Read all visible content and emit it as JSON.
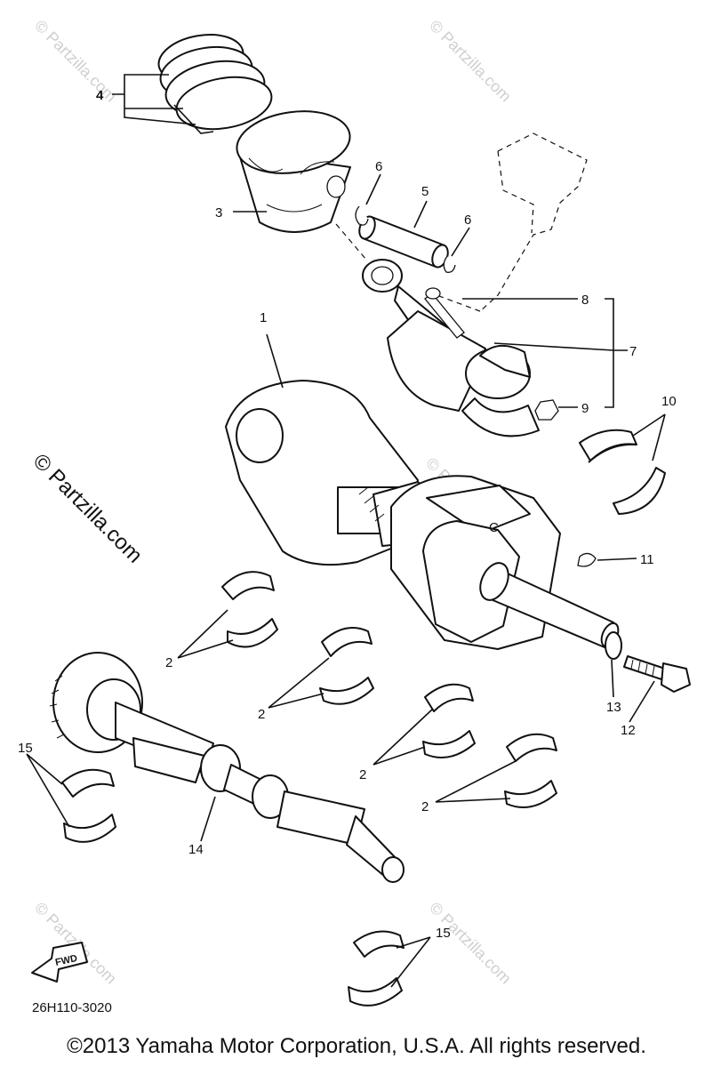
{
  "diagram": {
    "callouts": {
      "c1": "1",
      "c2a": "2",
      "c2b": "2",
      "c2c": "2",
      "c2d": "2",
      "c3": "3",
      "c4": "4",
      "c5": "5",
      "c6a": "6",
      "c6b": "6",
      "c7": "7",
      "c8": "8",
      "c9": "9",
      "c10": "10",
      "c11": "11",
      "c12": "12",
      "c13": "13",
      "c14": "14",
      "c15a": "15",
      "c15b": "15"
    },
    "fwd_label": "FWD",
    "crank_mark": "C",
    "diagram_code": "26H110-3020",
    "watermark": "© Partzilla.com"
  },
  "copyright": "©2013 Yamaha Motor Corporation, U.S.A. All rights reserved."
}
